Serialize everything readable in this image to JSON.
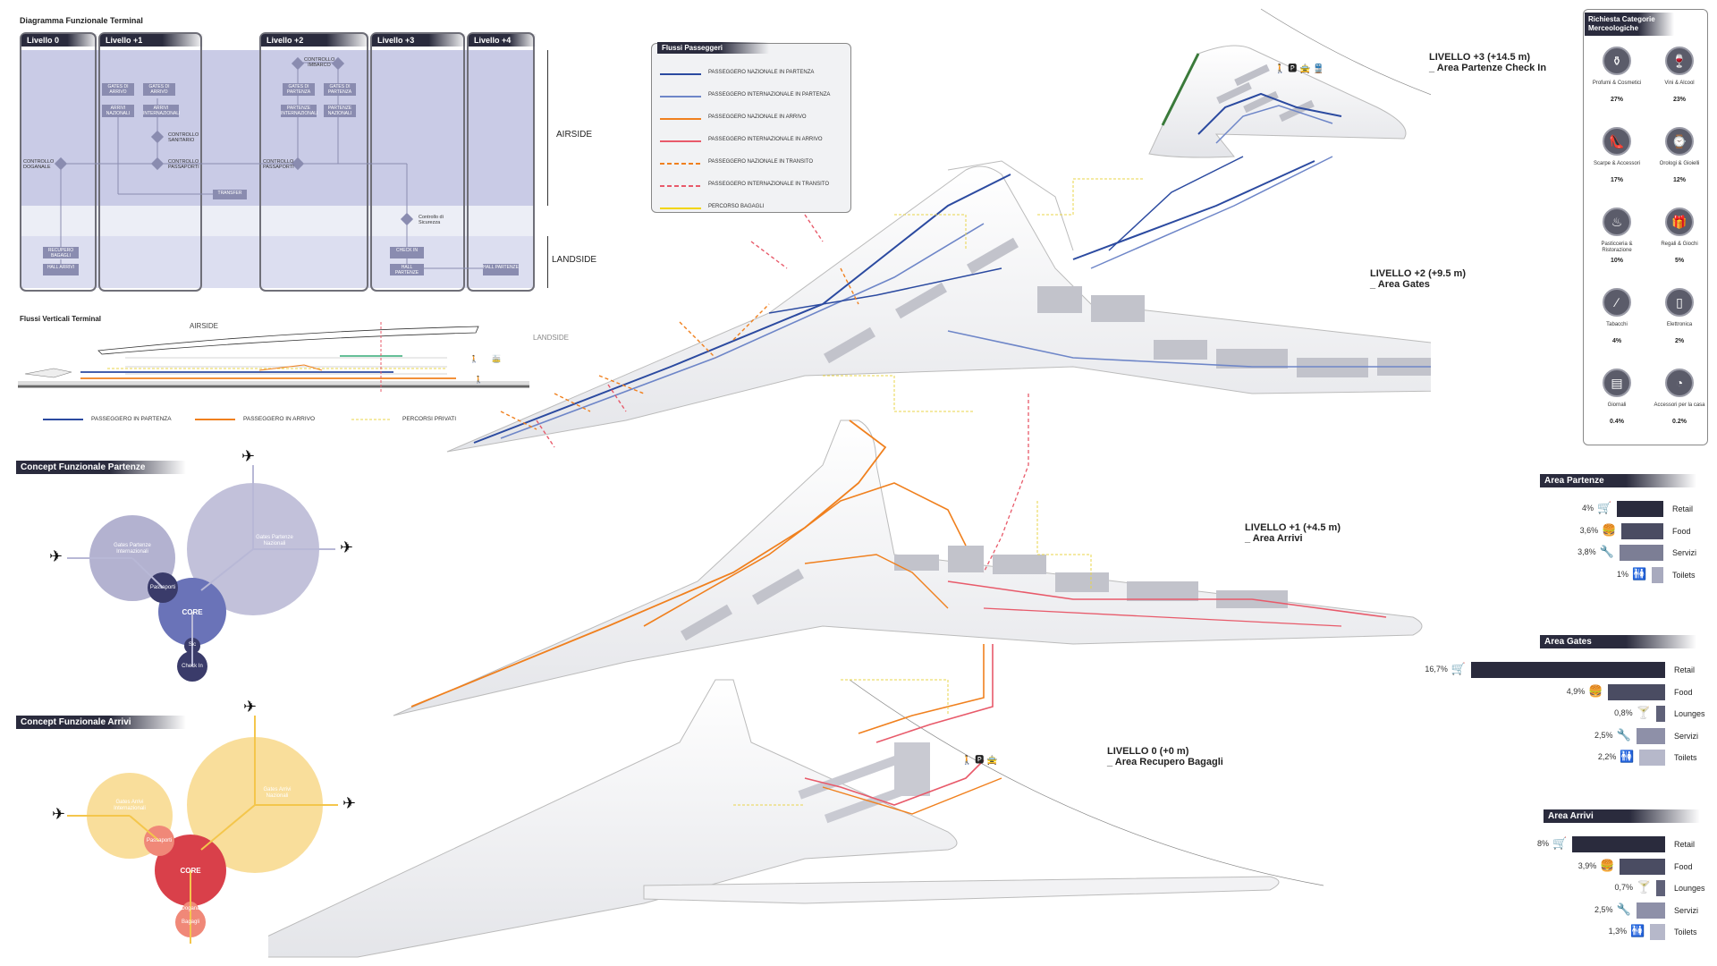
{
  "diagramma": {
    "title": "Diagramma Funzionale Terminal",
    "levels": [
      "Livello 0",
      "Livello +1",
      "Livello +2",
      "Livello +3",
      "Livello +4"
    ],
    "airside": "AIRSIDE",
    "landside": "LANDSIDE",
    "boxes": {
      "recupero": "RECUPERO BAGAGLI",
      "hall_arrivi": "HALL ARRIVI",
      "gates_arrivo": "GATES DI ARRIVO",
      "gates_arrivo2": "GATES DI ARRIVO",
      "arrivi_naz": "ARRIVI NAZIONALI",
      "arrivi_int": "ARRIVI INTERNAZIONALI",
      "transfer": "TRANSFER",
      "gates_partenza": "GATES DI PARTENZA",
      "gates_partenza2": "GATES DI PARTENZA",
      "partenze_int": "PARTENZE INTERNAZIONALI",
      "partenze_naz": "PARTENZE NAZIONALI",
      "check_in": "CHECK IN",
      "hall_partenze": "HALL PARTENZE",
      "hall_partenze2": "HALL PARTENZE"
    },
    "controls": {
      "doganale": "CONTROLLO DOGANALE",
      "sanitario": "CONTROLLO SANITARIO",
      "passaporti1": "CONTROLLO PASSAPORTI",
      "imbarco": "CONTROLLO IMBARCO",
      "passaporti2": "CONTROLLO PASSAPORTI",
      "sicurezza": "Controllo di Sicurezza"
    }
  },
  "verticali": {
    "title": "Flussi Verticali Terminal",
    "airside": "AIRSIDE",
    "landside": "LANDSIDE",
    "legend": [
      "PASSEGGERO IN PARTENZA",
      "PASSEGGERO IN ARRIVO",
      "PERCORSI PRIVATI"
    ]
  },
  "concept_partenze": {
    "title": "Concept Funzionale Partenze",
    "gates_int": "Gates Partenze Internazionali",
    "gates_naz": "Gates Partenze Nazionali",
    "passaporti": "Passaporti",
    "core": "CORE",
    "sic": "Sic",
    "check_in": "Check In"
  },
  "concept_arrivi": {
    "title": "Concept Funzionale Arrivi",
    "gates_int": "Gates Arrivi Internazionali",
    "gates_naz": "Gates Arrivi Nazionali",
    "passaporti": "Passaporti",
    "core": "CORE",
    "dogana": "Dogana",
    "bagagli": "Bagagli"
  },
  "flussi": {
    "title": "Flussi Passeggeri",
    "items": [
      {
        "label": "PASSEGGERO NAZIONALE IN PARTENZA",
        "color": "#2b4aa0",
        "dash": false
      },
      {
        "label": "PASSEGGERO INTERNAZIONALE IN PARTENZA",
        "color": "#6e86c8",
        "dash": false
      },
      {
        "label": "PASSEGGERO NAZIONALE IN ARRIVO",
        "color": "#f0801e",
        "dash": false
      },
      {
        "label": "PASSEGGERO INTERNAZIONALE IN ARRIVO",
        "color": "#e85a6a",
        "dash": false
      },
      {
        "label": "PASSEGGERO NAZIONALE IN TRANSITO",
        "color": "#f0801e",
        "dash": true
      },
      {
        "label": "PASSEGGERO INTERNAZIONALE IN TRANSITO",
        "color": "#e85a6a",
        "dash": true
      },
      {
        "label": "PERCORSO BAGAGLI",
        "color": "#f2d500",
        "dash": false
      }
    ]
  },
  "livelli": [
    {
      "name": "LIVELLO +3 (+14.5 m)",
      "sub": "_ Area Partenze Check In"
    },
    {
      "name": "LIVELLO +2 (+9.5 m)",
      "sub": "_ Area Gates"
    },
    {
      "name": "LIVELLO +1 (+4.5 m)",
      "sub": "_ Area Arrivi"
    },
    {
      "name": "LIVELLO 0 (+0 m)",
      "sub": "_ Area Recupero Bagagli"
    }
  ],
  "categorie": {
    "title": "Richiesta Categorie Merceologiche",
    "items": [
      {
        "name": "Profumi & Cosmetici",
        "pct": "27%",
        "icon": "perfume-icon",
        "glyph": "⚱"
      },
      {
        "name": "Vini & Alcool",
        "pct": "23%",
        "icon": "wine-icon",
        "glyph": "🍷"
      },
      {
        "name": "Scarpe & Accessori",
        "pct": "17%",
        "icon": "shoe-icon",
        "glyph": "👠"
      },
      {
        "name": "Orologi & Gioielli",
        "pct": "12%",
        "icon": "watch-icon",
        "glyph": "⌚"
      },
      {
        "name": "Pasticceria & Ristorazione",
        "pct": "10%",
        "icon": "cake-icon",
        "glyph": "♨"
      },
      {
        "name": "Regali & Giochi",
        "pct": "5%",
        "icon": "gift-icon",
        "glyph": "🎁"
      },
      {
        "name": "Tabacchi",
        "pct": "4%",
        "icon": "cigarette-icon",
        "glyph": "∕"
      },
      {
        "name": "Elettronica",
        "pct": "2%",
        "icon": "phone-icon",
        "glyph": "▯"
      },
      {
        "name": "Giornali",
        "pct": "0.4%",
        "icon": "newspaper-icon",
        "glyph": "▤"
      },
      {
        "name": "Accessori per la casa",
        "pct": "0.2%",
        "icon": "home-accessory-icon",
        "glyph": "◔"
      }
    ]
  },
  "aree": [
    {
      "title": "Area Partenze",
      "rows": [
        {
          "pct": "4%",
          "label": "Retail",
          "value": 4,
          "color": "#2a2b3d",
          "icon": "cart-icon"
        },
        {
          "pct": "3,6%",
          "label": "Food",
          "value": 3.6,
          "color": "#4a4c62",
          "icon": "food-icon"
        },
        {
          "pct": "3,8%",
          "label": "Servizi",
          "value": 3.8,
          "color": "#7c7e95",
          "icon": "wrench-icon"
        },
        {
          "pct": "1%",
          "label": "Toilets",
          "value": 1,
          "color": "#a8aabe",
          "icon": "toilet-icon"
        }
      ]
    },
    {
      "title": "Area Gates",
      "rows": [
        {
          "pct": "16,7%",
          "label": "Retail",
          "value": 16.7,
          "color": "#2a2b3d",
          "icon": "cart-icon"
        },
        {
          "pct": "4,9%",
          "label": "Food",
          "value": 4.9,
          "color": "#4a4c62",
          "icon": "food-icon"
        },
        {
          "pct": "0,8%",
          "label": "Lounges",
          "value": 0.8,
          "color": "#5f6178",
          "icon": "cocktail-icon"
        },
        {
          "pct": "2,5%",
          "label": "Servizi",
          "value": 2.5,
          "color": "#8e90a8",
          "icon": "wrench-icon"
        },
        {
          "pct": "2,2%",
          "label": "Toilets",
          "value": 2.2,
          "color": "#b6b8ca",
          "icon": "toilet-icon"
        }
      ]
    },
    {
      "title": "Area Arrivi",
      "rows": [
        {
          "pct": "8%",
          "label": "Retail",
          "value": 8,
          "color": "#2a2b3d",
          "icon": "cart-icon"
        },
        {
          "pct": "3,9%",
          "label": "Food",
          "value": 3.9,
          "color": "#4a4c62",
          "icon": "food-icon"
        },
        {
          "pct": "0,7%",
          "label": "Lounges",
          "value": 0.7,
          "color": "#5f6178",
          "icon": "cocktail-icon"
        },
        {
          "pct": "2,5%",
          "label": "Servizi",
          "value": 2.5,
          "color": "#8e90a8",
          "icon": "wrench-icon"
        },
        {
          "pct": "1,3%",
          "label": "Toilets",
          "value": 1.3,
          "color": "#b6b8ca",
          "icon": "toilet-icon"
        }
      ]
    }
  ]
}
